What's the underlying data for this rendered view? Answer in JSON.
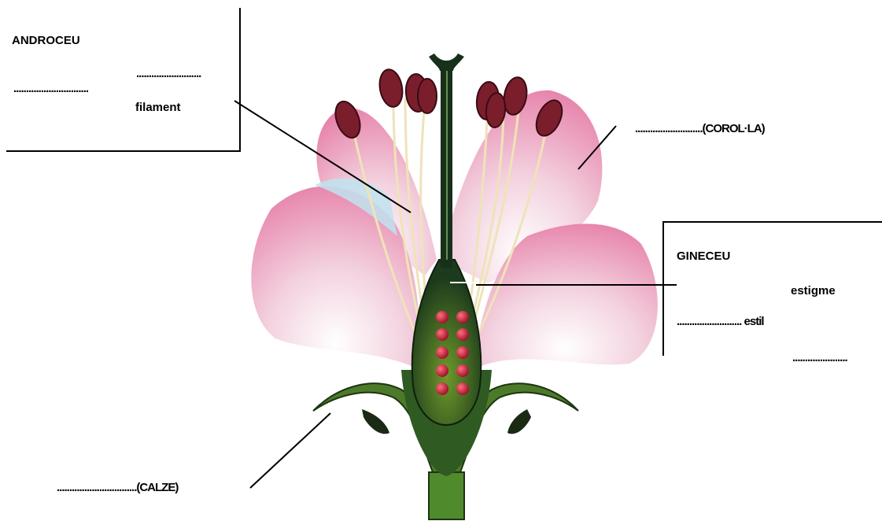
{
  "labels": {
    "androceu": "ANDROCEU",
    "androceu_blank_1": "..............................",
    "androceu_blank_2": "..........................",
    "filament": "filament",
    "corolla": "...........................(COROL·LA)",
    "gineceu": "GINECEU",
    "estigme": "estigme",
    "estil": ".......................... estil",
    "ovari_blank": "......................",
    "calze": "................................(CALZE)"
  },
  "colors": {
    "petal_pink": "#e98fb3",
    "petal_light": "#f6d7e4",
    "stem_green": "#4d7a2a",
    "pistil_dark": "#16301a",
    "anther": "#7a1e2c",
    "ovule": "#b5162c",
    "filament": "#efe3b8"
  }
}
